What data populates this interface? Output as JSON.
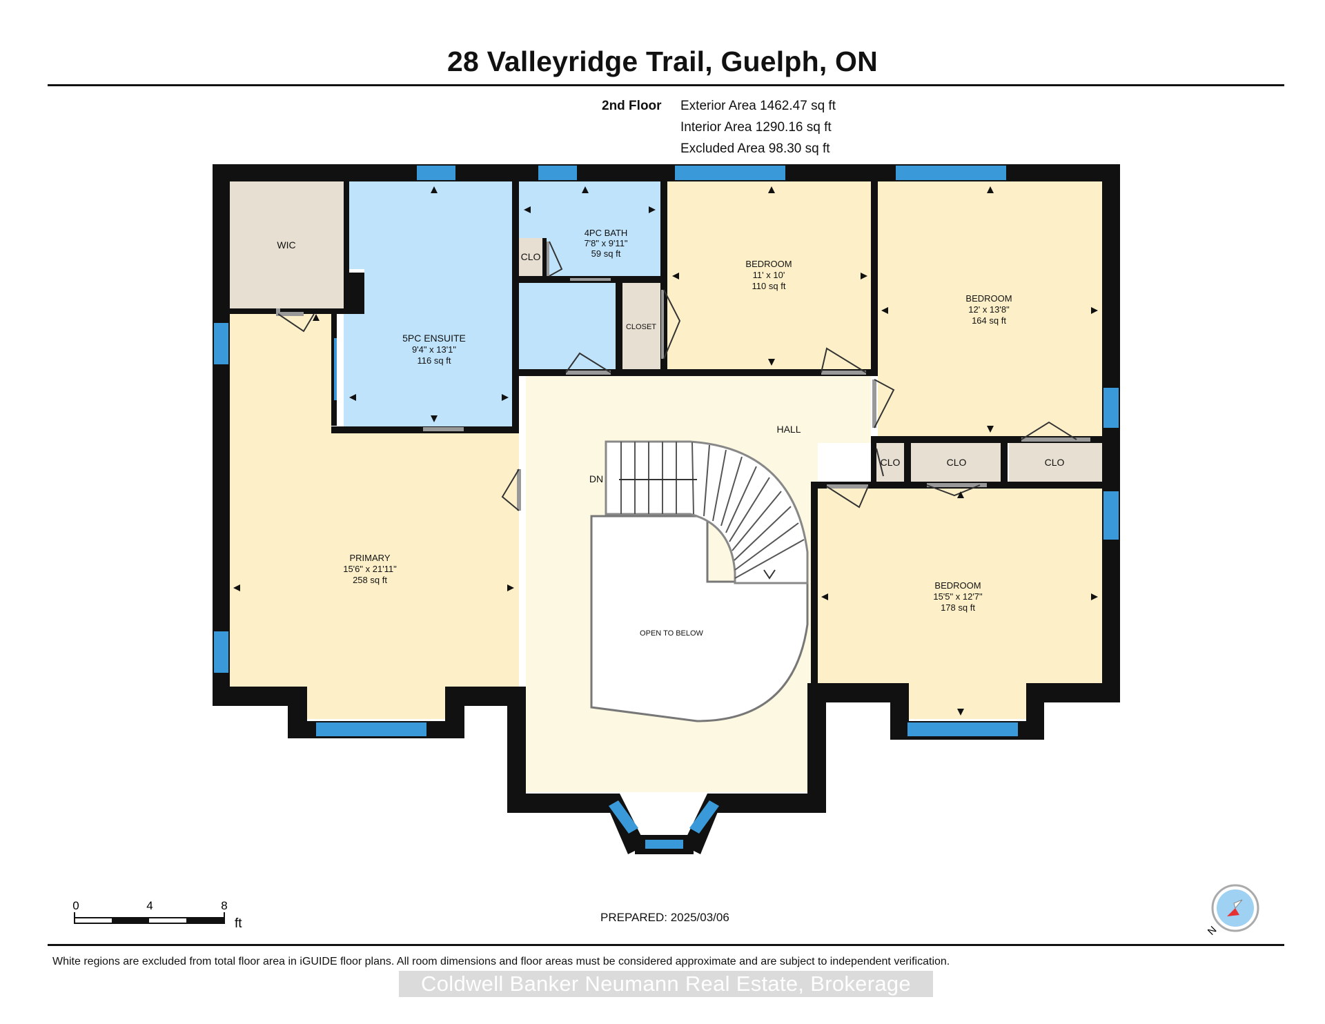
{
  "title": "28 Valleyridge Trail, Guelph, ON",
  "floor_label": "2nd Floor",
  "areas": {
    "exterior": "Exterior Area 1462.47 sq ft",
    "interior": "Interior Area 1290.16 sq ft",
    "excluded": "Excluded Area 98.30 sq ft"
  },
  "rooms": {
    "wic": {
      "name": "WIC"
    },
    "ensuite": {
      "name": "5PC ENSUITE",
      "dims": "9'4\" x 13'1\"",
      "area": "116 sq ft"
    },
    "bath": {
      "name": "4PC BATH",
      "dims": "7'8\" x 9'11\"",
      "area": "59 sq ft"
    },
    "bath_clo": {
      "name": "CLO"
    },
    "closet": {
      "name": "CLOSET"
    },
    "bedroom1": {
      "name": "BEDROOM",
      "dims": "11' x 10'",
      "area": "110 sq ft"
    },
    "bedroom2": {
      "name": "BEDROOM",
      "dims": "12' x 13'8\"",
      "area": "164 sq ft"
    },
    "hall": {
      "name": "HALL"
    },
    "clo_a": {
      "name": "CLO"
    },
    "clo_b": {
      "name": "CLO"
    },
    "clo_c": {
      "name": "CLO"
    },
    "stairs": {
      "name": "DN"
    },
    "primary": {
      "name": "PRIMARY",
      "dims": "15'6\" x 21'11\"",
      "area": "258 sq ft"
    },
    "open_below": {
      "name": "OPEN TO BELOW"
    },
    "bedroom3": {
      "name": "BEDROOM",
      "dims": "15'5\" x 12'7\"",
      "area": "178 sq ft"
    }
  },
  "scale": {
    "ticks": [
      "0",
      "4",
      "8"
    ],
    "unit": "ft"
  },
  "prepared": "PREPARED: 2025/03/06",
  "footnote": "White regions are excluded from total floor area in iGUIDE floor plans. All room dimensions and floor areas must be considered approximate and are subject to independent verification.",
  "watermark": "Coldwell Banker Neumann Real Estate, Brokerage",
  "compass": {
    "label": "N",
    "icon": "compass-icon"
  },
  "colors": {
    "wall": "#111111",
    "window": "#3a9ad9",
    "bedroom_fill": "#fdf0c8",
    "bath_fill": "#bfe3fb",
    "hall_fill": "#fdf8e1",
    "closet_fill": "#e7dfd1",
    "open_fill": "#ffffff"
  }
}
